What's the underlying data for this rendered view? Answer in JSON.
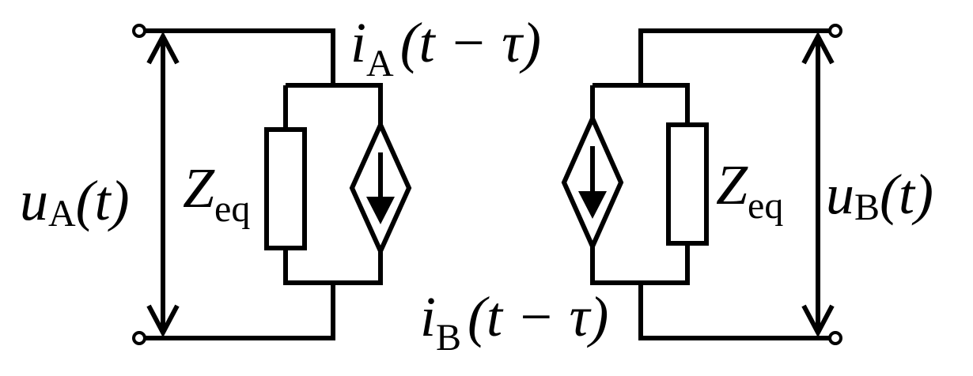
{
  "left": {
    "voltage": {
      "var": "u",
      "sub": "A",
      "arg": "(t)"
    },
    "impedance": {
      "var": "Z",
      "sub": "eq"
    },
    "source": {
      "var": "i",
      "sub": "A",
      "arg": "(t − τ)"
    }
  },
  "right": {
    "voltage": {
      "var": "u",
      "sub": "B",
      "arg": "(t)"
    },
    "impedance": {
      "var": "Z",
      "sub": "eq"
    },
    "source": {
      "var": "i",
      "sub": "B",
      "arg": "(t − τ)"
    }
  }
}
